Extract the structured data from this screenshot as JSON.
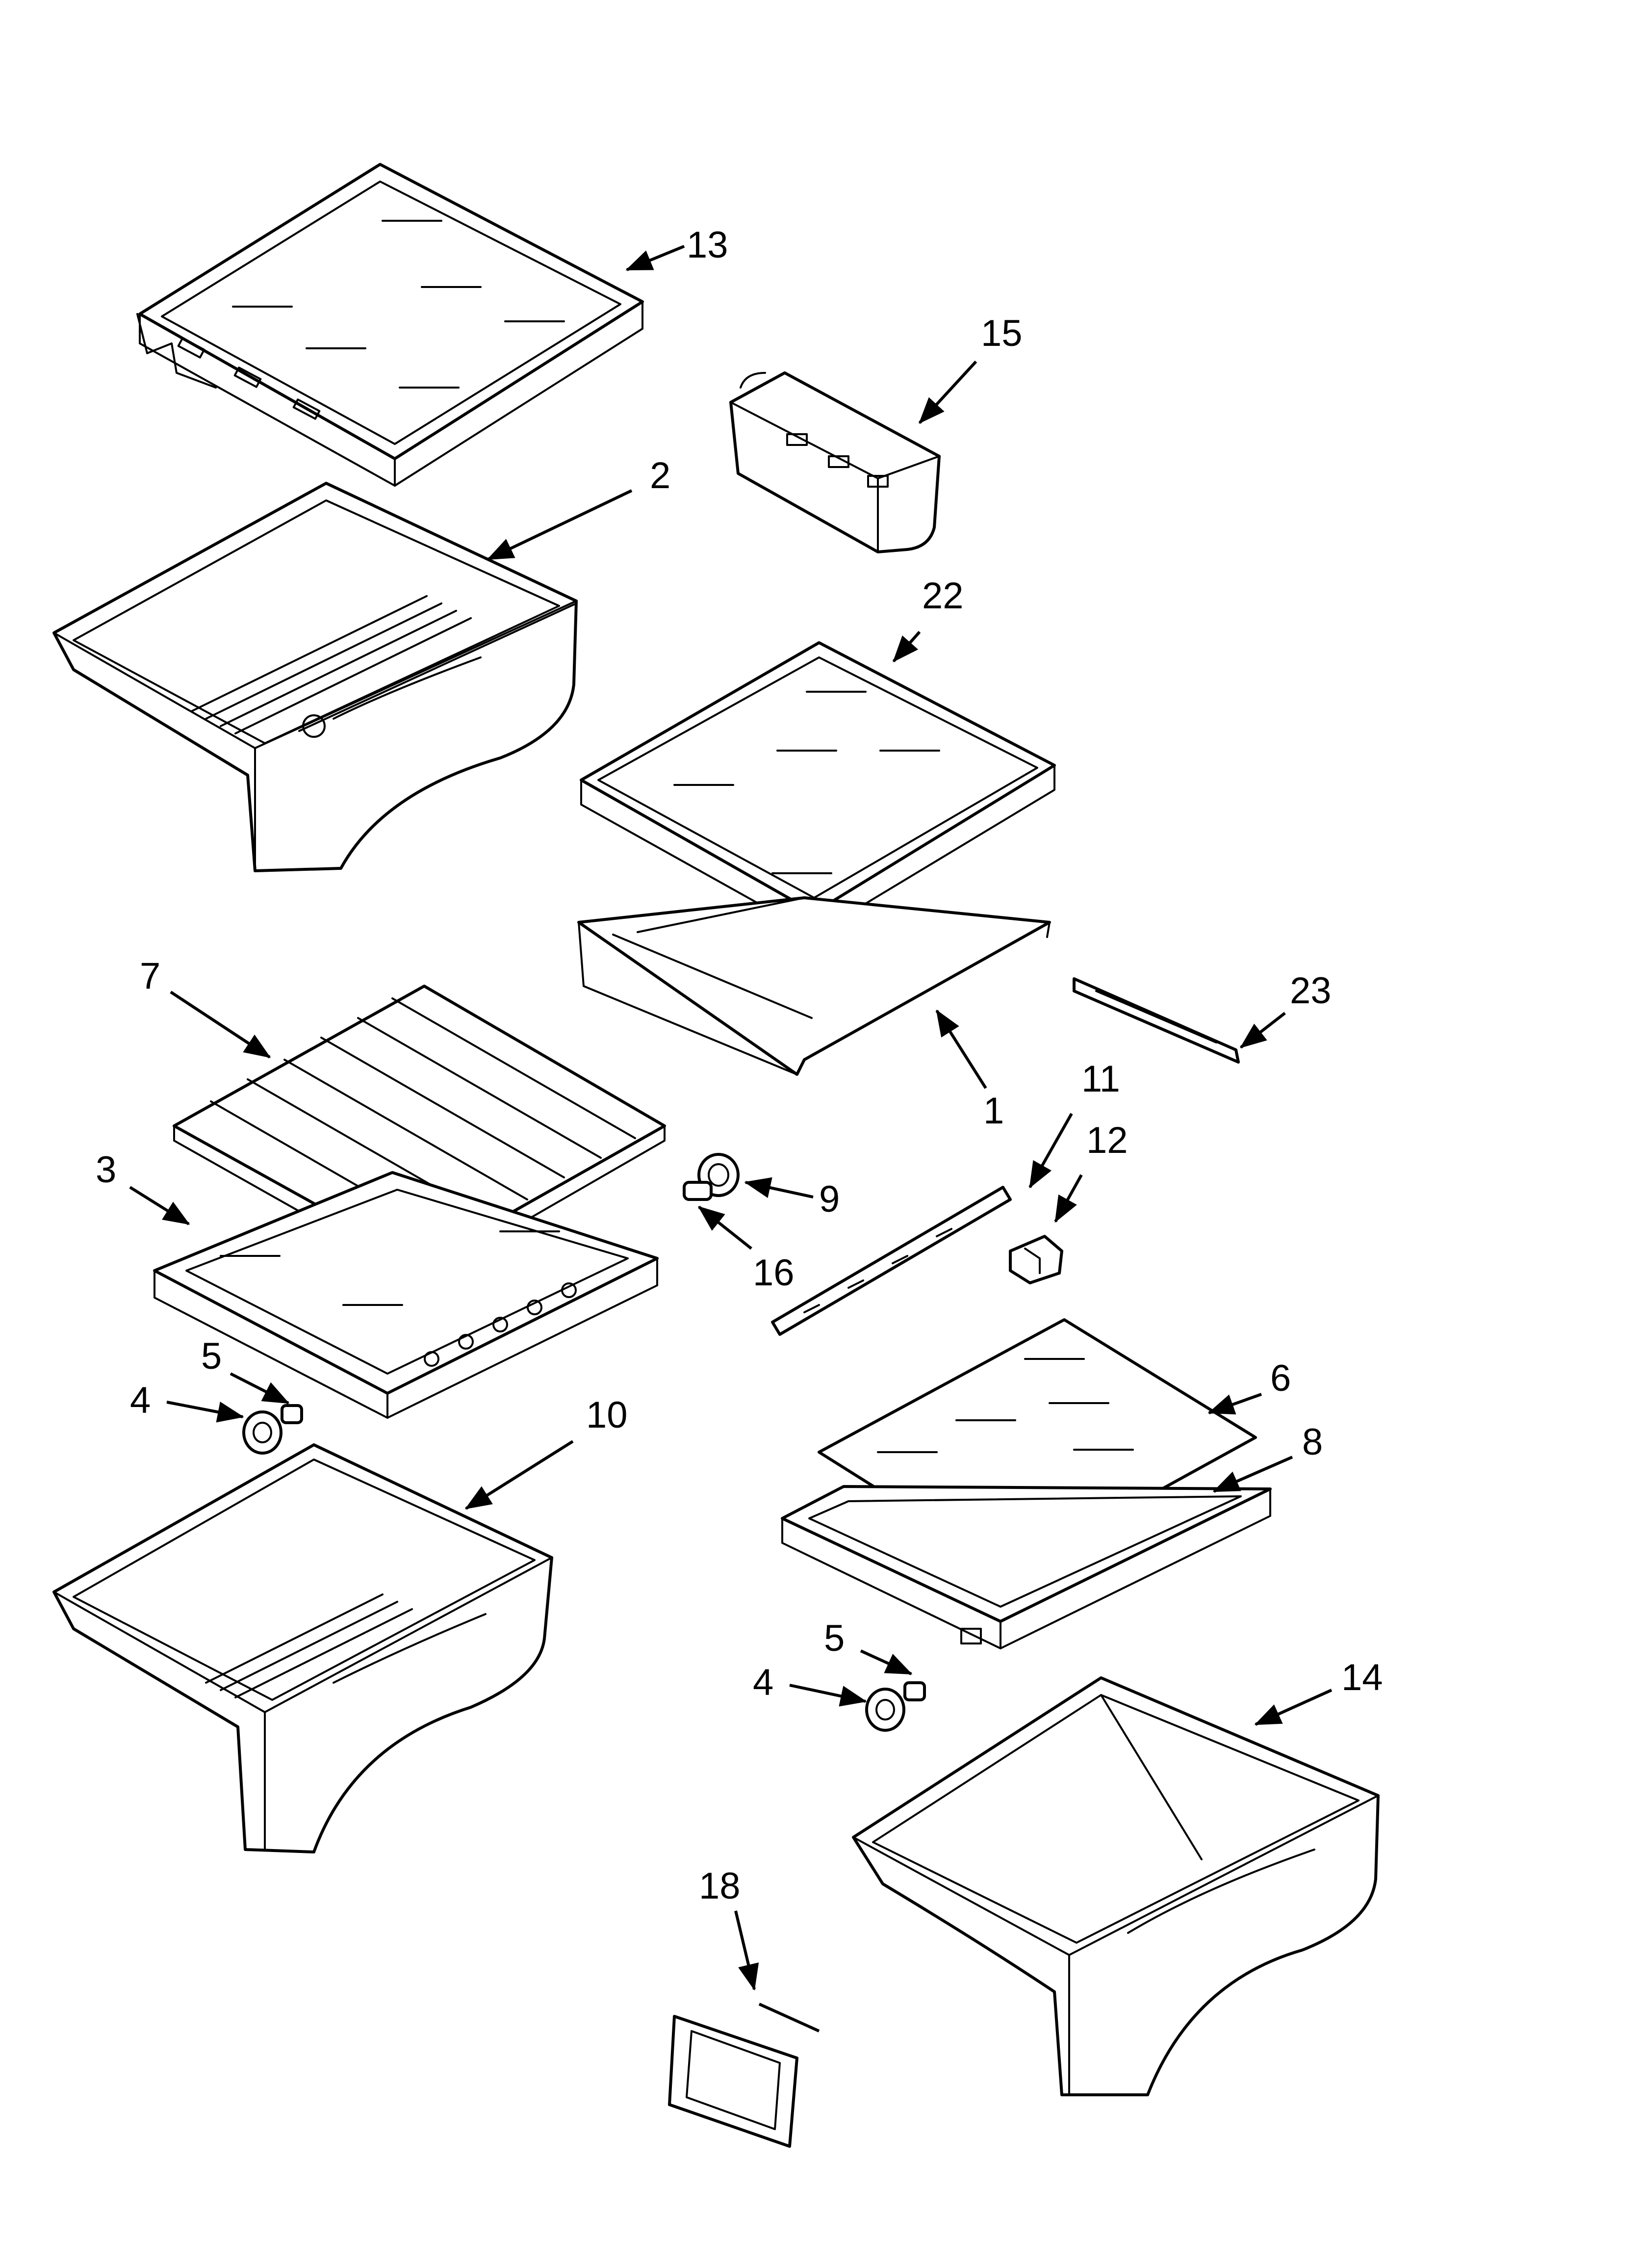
{
  "callouts": [
    {
      "id": "c13",
      "text": "13"
    },
    {
      "id": "c15",
      "text": "15"
    },
    {
      "id": "c2",
      "text": "2"
    },
    {
      "id": "c22",
      "text": "22"
    },
    {
      "id": "c7",
      "text": "7"
    },
    {
      "id": "c23",
      "text": "23"
    },
    {
      "id": "c1",
      "text": "1"
    },
    {
      "id": "c11",
      "text": "11"
    },
    {
      "id": "c3",
      "text": "3"
    },
    {
      "id": "c12",
      "text": "12"
    },
    {
      "id": "c9",
      "text": "9"
    },
    {
      "id": "c16",
      "text": "16"
    },
    {
      "id": "c5a",
      "text": "5"
    },
    {
      "id": "c4a",
      "text": "4"
    },
    {
      "id": "c10",
      "text": "10"
    },
    {
      "id": "c6",
      "text": "6"
    },
    {
      "id": "c8",
      "text": "8"
    },
    {
      "id": "c5b",
      "text": "5"
    },
    {
      "id": "c4b",
      "text": "4"
    },
    {
      "id": "c14",
      "text": "14"
    },
    {
      "id": "c18",
      "text": "18"
    }
  ],
  "colors": {
    "line": "#000000",
    "background": "#ffffff"
  }
}
